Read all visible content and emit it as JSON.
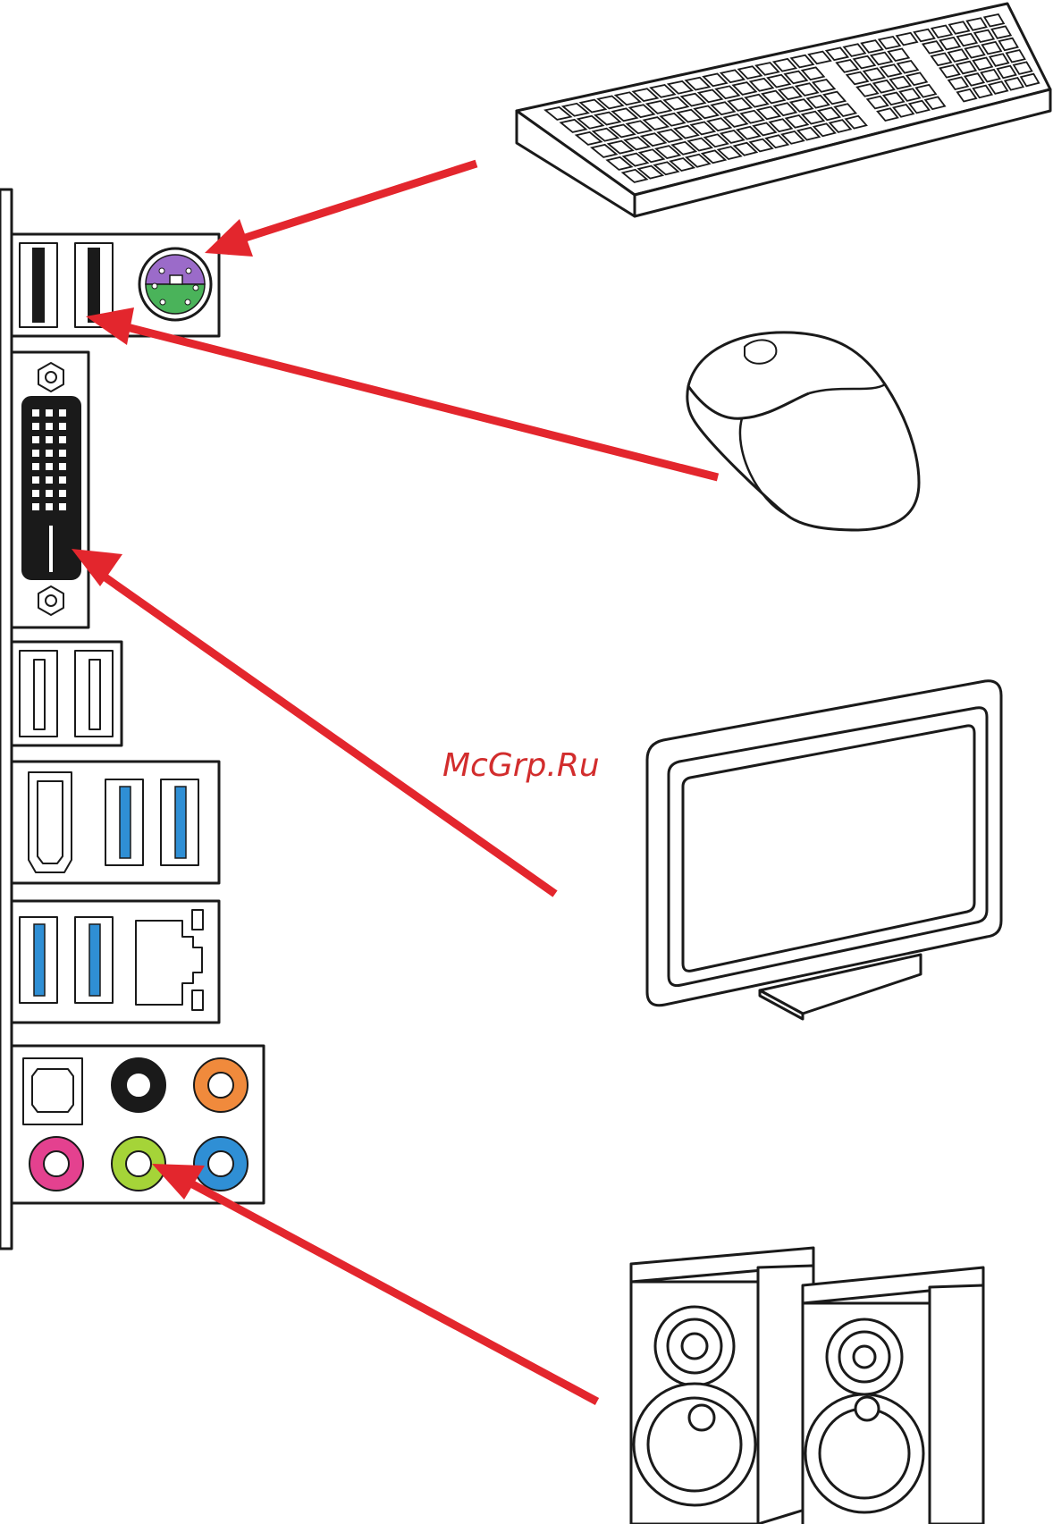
{
  "watermark": {
    "text": "McGrp.Ru"
  },
  "colors": {
    "arrow": "#e3262d",
    "ps2_keyboard": "#9b6bc9",
    "ps2_mouse": "#4ab35a",
    "usb3": "#2f8fd5",
    "audio_orange": "#f08a3c",
    "audio_pink": "#e4418f",
    "audio_lime": "#a5d438",
    "audio_blue": "#2f8fd5",
    "audio_black": "#1a1a1a"
  },
  "connections": [
    {
      "from": "keyboard",
      "to": "ps2-port"
    },
    {
      "from": "mouse",
      "to": "usb-port"
    },
    {
      "from": "monitor",
      "to": "dvi-port"
    },
    {
      "from": "speakers",
      "to": "line-out-jack"
    }
  ]
}
